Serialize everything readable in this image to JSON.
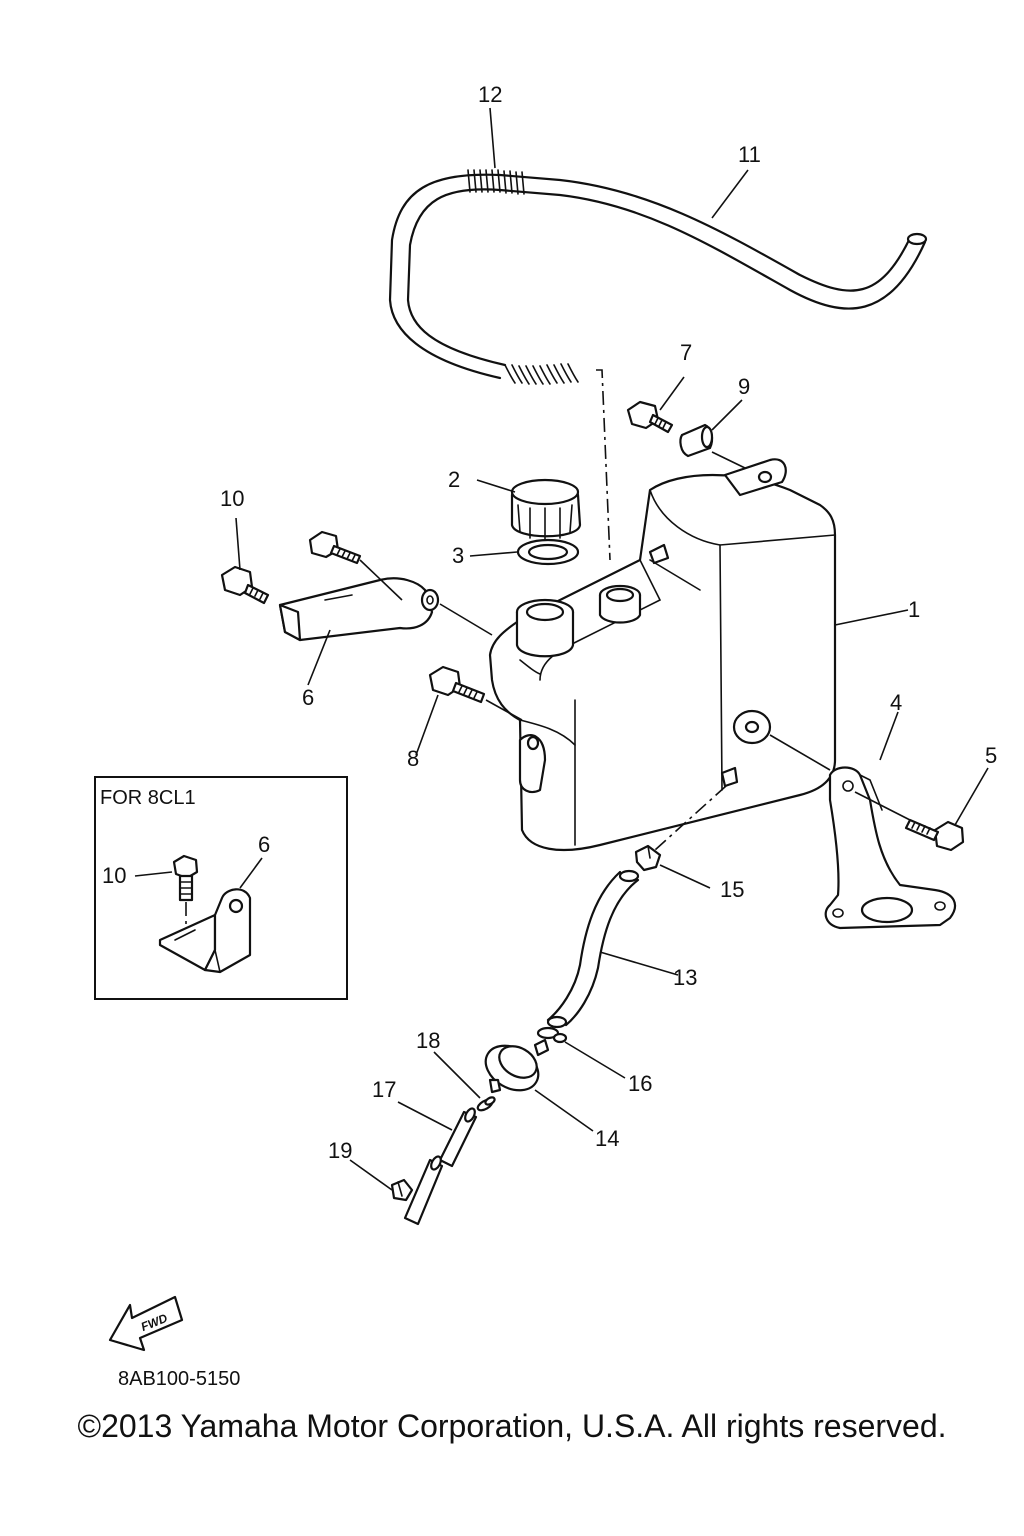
{
  "callouts": {
    "n1": "1",
    "n2": "2",
    "n3": "3",
    "n4": "4",
    "n5": "5",
    "n6": "6",
    "n7": "7",
    "n8": "8",
    "n9": "9",
    "n10": "10",
    "n11": "11",
    "n12": "12",
    "n13": "13",
    "n14": "14",
    "n15": "15",
    "n16": "16",
    "n17": "17",
    "n18": "18",
    "n19": "19"
  },
  "inset": {
    "title": "FOR 8CL1",
    "n10": "10",
    "n6": "6"
  },
  "fwd_arrow": {
    "text": "FWD"
  },
  "diagram_code": "8AB100-5150",
  "copyright": "©2013 Yamaha Motor Corporation, U.S.A. All rights reserved."
}
